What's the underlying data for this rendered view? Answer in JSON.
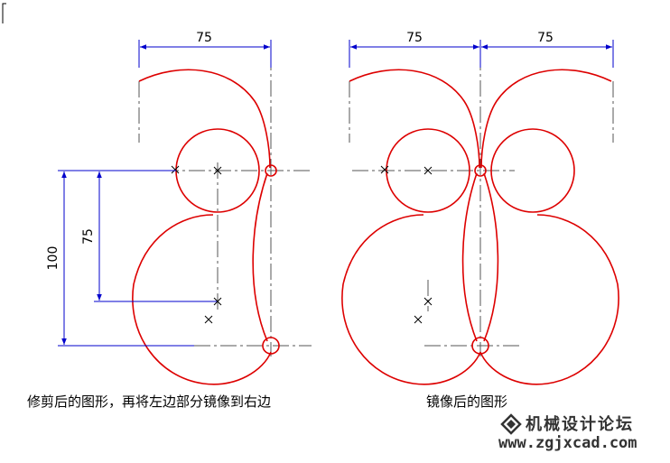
{
  "dimensions": {
    "left_top": "75",
    "right_top_a": "75",
    "right_top_b": "75",
    "vertical_100": "100",
    "vertical_75": "75"
  },
  "captions": {
    "left": "修剪后的图形，再将左边部分镜像到右边",
    "right": "镜像后的图形"
  },
  "watermark": {
    "title": "机械设计论坛",
    "url": "www.zgjxcad.com"
  },
  "colors": {
    "geometry": "#dd0000",
    "dimension": "#0000cc",
    "centerline": "#555555"
  }
}
